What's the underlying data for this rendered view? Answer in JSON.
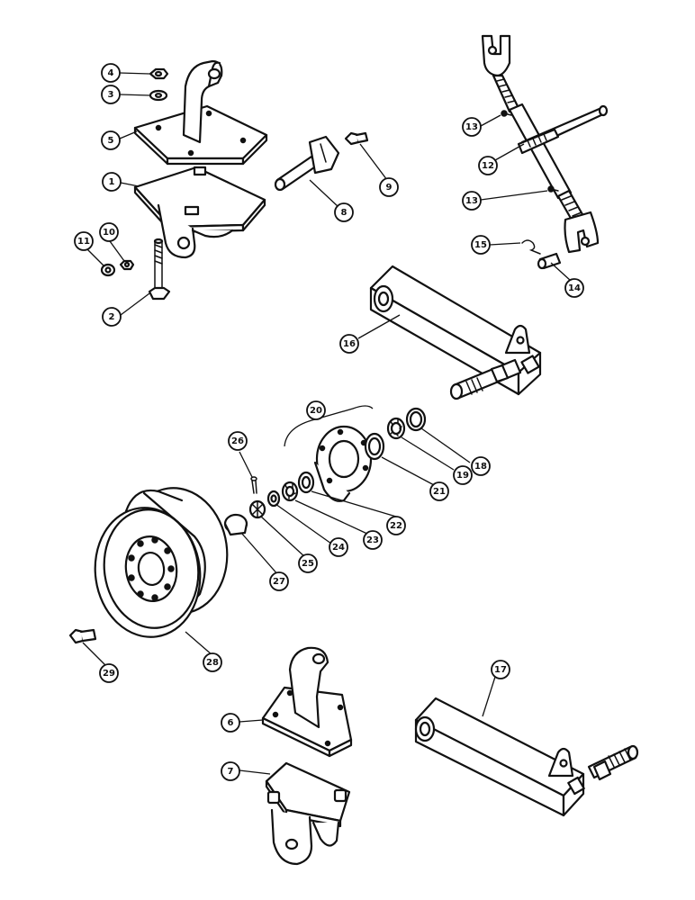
{
  "diagram": {
    "callouts": [
      {
        "label": "1"
      },
      {
        "label": "2"
      },
      {
        "label": "3"
      },
      {
        "label": "4"
      },
      {
        "label": "5"
      },
      {
        "label": "6"
      },
      {
        "label": "7"
      },
      {
        "label": "8"
      },
      {
        "label": "9"
      },
      {
        "label": "10"
      },
      {
        "label": "11"
      },
      {
        "label": "12"
      },
      {
        "label": "13"
      },
      {
        "label": "13"
      },
      {
        "label": "14"
      },
      {
        "label": "15"
      },
      {
        "label": "16"
      },
      {
        "label": "17"
      },
      {
        "label": "18"
      },
      {
        "label": "19"
      },
      {
        "label": "20"
      },
      {
        "label": "21"
      },
      {
        "label": "22"
      },
      {
        "label": "23"
      },
      {
        "label": "24"
      },
      {
        "label": "25"
      },
      {
        "label": "26"
      },
      {
        "label": "27"
      },
      {
        "label": "28"
      },
      {
        "label": "29"
      }
    ],
    "colors": {
      "ink": "#111111",
      "paper": "#ffffff"
    }
  }
}
